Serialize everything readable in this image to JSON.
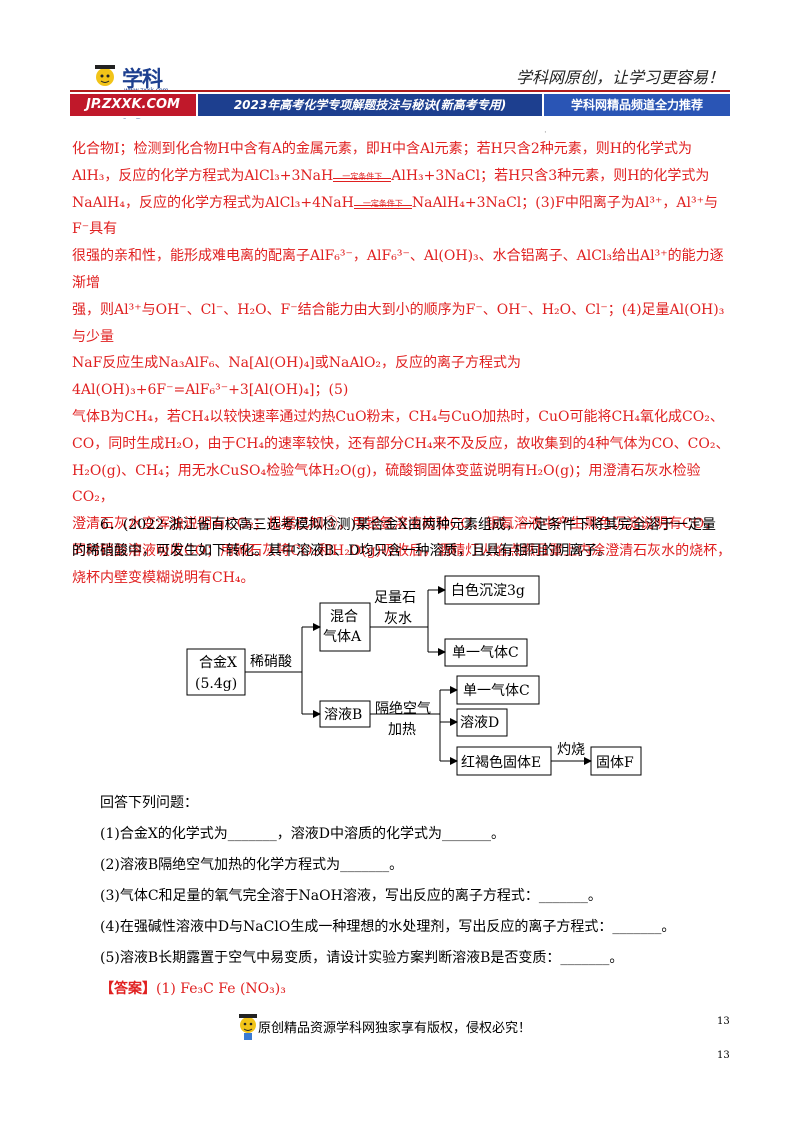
{
  "header": {
    "logo_text": "学科网",
    "logo_sub": "www.zxxk.com",
    "slogan": "学科网原创，让学习更容易！",
    "site": "JP.ZXXK.COM",
    "title": "2023年高考化学专项解题技法与秘诀(新高考专用)",
    "channel": "学科网精品频道全力推荐"
  },
  "answer_lines": [
    "化合物I；检测到化合物H中含有A的金属元素，即H中含Al元素；若H只含2种元素，则H的化学式为",
    "AlH₃，反应的化学方程式为AlCl₃+3NaH",
    "AlH₃+3NaCl；若H只含3种元素，则H的化学式为",
    "NaAlH₄，反应的化学方程式为AlCl₃+4NaH",
    "NaAlH₄+3NaCl；(3)F中阳离子为Al³⁺，Al³⁺与F⁻具有",
    "很强的亲和性，能形成难电离的配离子AlF₆³⁻，AlF₆³⁻、Al(OH)₃、水合铝离子、AlCl₃给出Al³⁺的能力逐渐增",
    "强，则Al³⁺与OH⁻、Cl⁻、H₂O、F⁻结合能力由大到小的顺序为F⁻、OH⁻、H₂O、Cl⁻；(4)足量Al(OH)₃与少量",
    "NaF反应生成Na₃AlF₆、Na[Al(OH)₄]或NaAlO₂，反应的离子方程式为4Al(OH)₃+6F⁻=AlF₆³⁻+3[Al(OH)₄]；(5)",
    "气体B为CH₄，若CH₄以较快速率通过灼热CuO粉末，CH₄与CuO加热时，CuO可能将CH₄氧化成CO₂、",
    "CO，同时生成H₂O，由于CH₄的速率较快，还有部分CH₄来不及反应，故收集到的4种气体为CO、CO₂、",
    "H₂O(g)、CH₄；用无水CuSO₄检验气体H₂O(g)，硫酸铜固体变蓝说明有H₂O(g)；用澄清石灰水检验CO₂，",
    "澄清石灰水变浑浊说明有CO₂；根据已知③，用银氨溶液检验CO，银氨溶液中产生黑色沉淀说明有CO，",
    "同时银氨溶液吸收CO；用碱石灰将CO₂和H₂O(g)吸收后，酒精灯火焰点燃且罩上内涂澄清石灰水的烧杯，",
    "烧杯内壁变模糊说明有CH₄。"
  ],
  "condition_label": "一定条件下",
  "problem": {
    "stem_1": "6．(2022·浙江省百校高三选考模拟检测)某合金X由两种元素组成，一定条件下将其完全溶于一定量",
    "stem_2": "的稀硝酸中，可发生如下转化。其中溶液B、D均只含一种溶质，且具有相同的阴离子。",
    "prompt": "回答下列问题：",
    "q1": "(1)合金X的化学式为_______，溶液D中溶质的化学式为_______。",
    "q2": "(2)溶液B隔绝空气加热的化学方程式为_______。",
    "q3": "(3)气体C和足量的氧气完全溶于NaOH溶液，写出反应的离子方程式：_______。",
    "q4": "(4)在强碱性溶液中D与NaClO生成一种理想的水处理剂，写出反应的离子方程式：_______。",
    "q5": "(5)溶液B长期露置于空气中易变质，请设计实验方案判断溶液B是否变质：_______。",
    "answer_tag": "【答案】",
    "answer_text": "(1) Fe₃C    Fe (NO₃)₃"
  },
  "diagram": {
    "alloy": "合金X",
    "alloy_mass": "(5.4g)",
    "acid": "稀硝酸",
    "gas_a_1": "混合",
    "gas_a_2": "气体A",
    "limewater_1": "足量石",
    "limewater_2": "灰水",
    "white_ppt": "白色沉淀3g",
    "single_gas_c1": "单一气体C",
    "sol_b": "溶液B",
    "isolate_1": "隔绝空气",
    "isolate_2": "加热",
    "single_gas_c2": "单一气体C",
    "sol_d": "溶液D",
    "brown_solid": "红褐色固体E",
    "ignite": "灼烧",
    "solid_f": "固体F"
  },
  "footer": {
    "text": "原创精品资源学科网独家享有版权，侵权必究！",
    "page_a": "13",
    "page_b": "13"
  }
}
